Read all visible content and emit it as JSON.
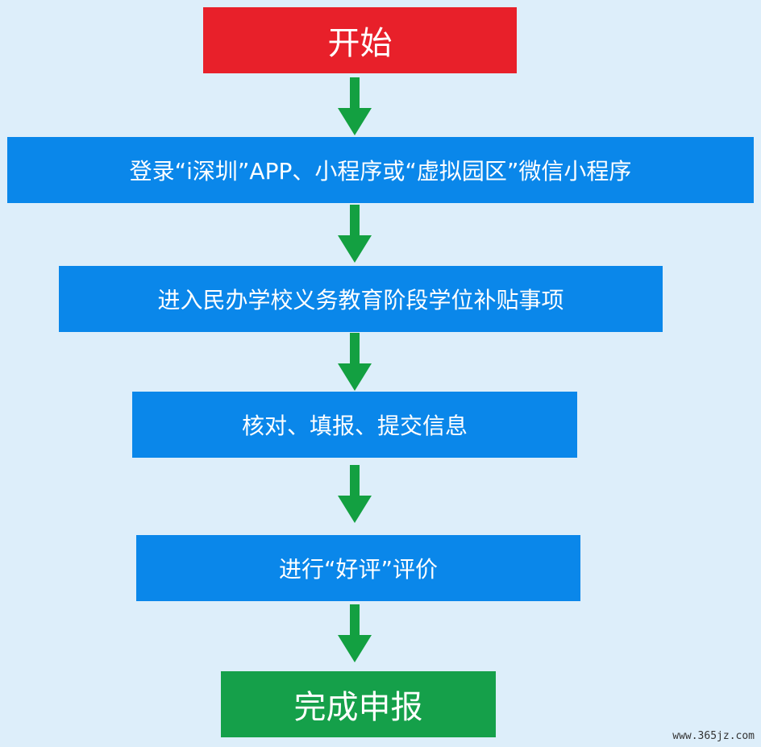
{
  "colors": {
    "background": "#ddeefa",
    "start_box": "#e8202a",
    "step_box": "#0a87ea",
    "finish_box": "#15a04a",
    "arrow": "#13a041"
  },
  "flow": {
    "start": "开始",
    "steps": [
      "登录“i深圳”APP、小程序或“虚拟园区”微信小程序",
      "进入民办学校义务教育阶段学位补贴事项",
      "核对、填报、提交信息",
      "进行“好评”评价"
    ],
    "finish": "完成申报"
  },
  "arrow_icon": "down-arrow-icon",
  "watermark": "www.365jz.com"
}
